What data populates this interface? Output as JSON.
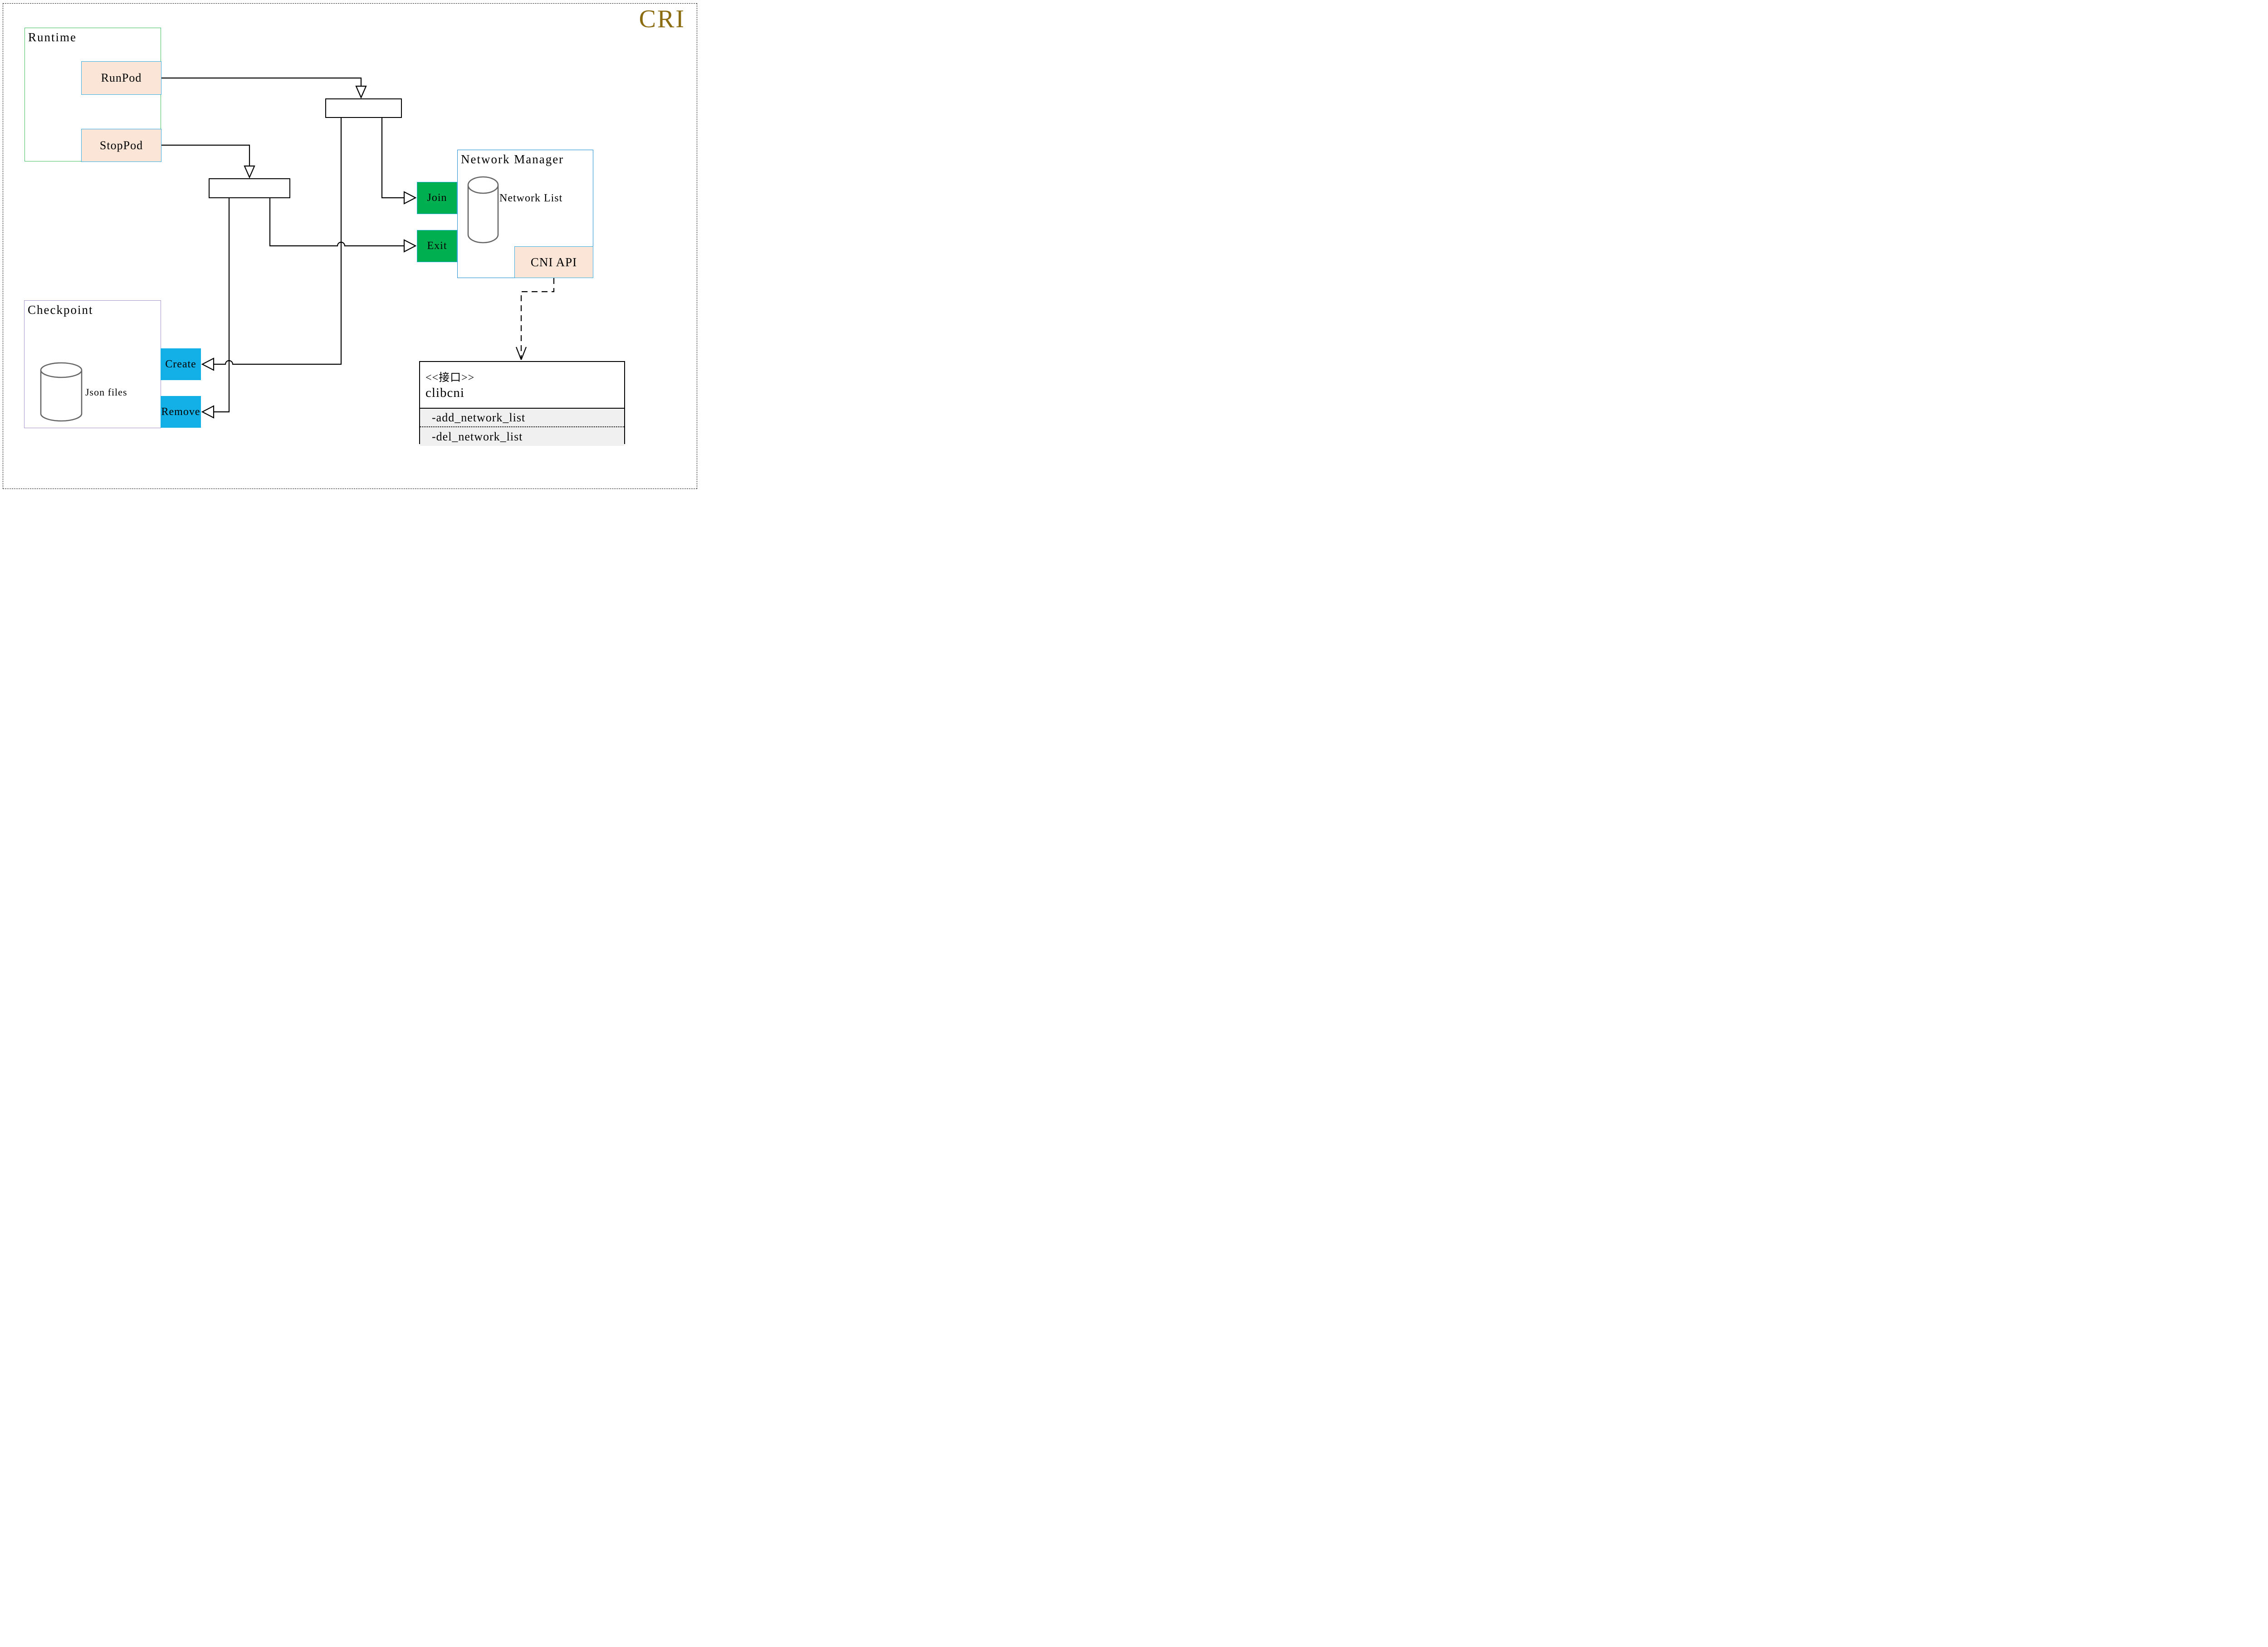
{
  "page_title": {
    "label": "CRI"
  },
  "colors": {
    "gold": "#8C6C10",
    "runtime_border": "#42BE63",
    "network_manager_border": "#1E8FD5",
    "checkpoint_border": "#A893C9",
    "peach_fill": "#FBE5D6",
    "cyan_border": "#35ADE3",
    "green_fill": "#00B050",
    "blue_fill": "#12B0E6",
    "gray_fill": "#F0F0F0",
    "cylinder_stroke": "#666666"
  },
  "runtime": {
    "title": "Runtime",
    "runpod_label": "RunPod",
    "stoppod_label": "StopPod"
  },
  "network_manager": {
    "title": "Network Manager",
    "join_label": "Join",
    "exit_label": "Exit",
    "cylinder_label": "Network List",
    "cni_api_label": "CNI API"
  },
  "checkpoint": {
    "title": "Checkpoint",
    "cylinder_label": "Json files",
    "create_label": "Create",
    "remove_label": "Remove"
  },
  "clibcni": {
    "stereotype": "<<接口>>",
    "name": "clibcni",
    "methods": [
      "-add_network_list",
      "-del_network_list"
    ]
  },
  "edges": [
    {
      "from": "RunPod",
      "to": "pad-node-1",
      "style": "solid",
      "arrowhead": "hollow-triangle-down"
    },
    {
      "from": "StopPod",
      "to": "pad-node-2",
      "style": "solid",
      "arrowhead": "hollow-triangle-down"
    },
    {
      "from": "pad-node-1",
      "to": "Join",
      "style": "solid",
      "arrowhead": "hollow-triangle-right"
    },
    {
      "from": "pad-node-1",
      "to": "Create",
      "style": "solid",
      "arrowhead": "hollow-triangle-left"
    },
    {
      "from": "pad-node-2",
      "to": "Exit",
      "style": "solid",
      "arrowhead": "hollow-triangle-right"
    },
    {
      "from": "pad-node-2",
      "to": "Remove",
      "style": "solid",
      "arrowhead": "hollow-triangle-left"
    },
    {
      "from": "CNI API",
      "to": "clibcni",
      "style": "dashed",
      "arrowhead": "open-v"
    }
  ]
}
